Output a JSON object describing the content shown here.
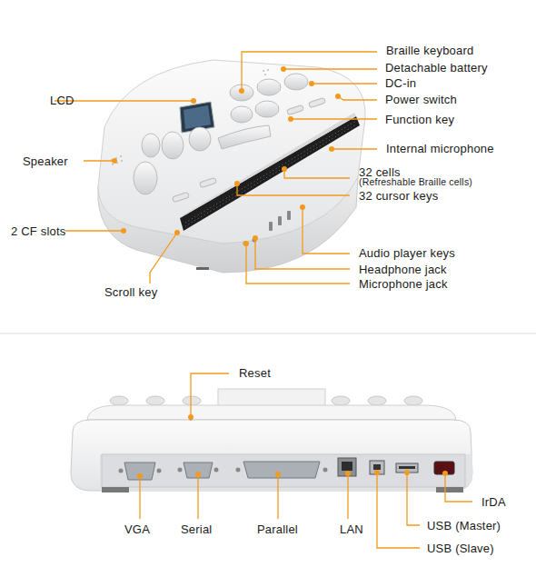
{
  "diagram": {
    "labels": [
      "Braille keyboard",
      "Detachable battery",
      "DC-in",
      "Power switch",
      "LCD",
      "Function key",
      "Internal microphone",
      "Speaker",
      "32 cells",
      "(Refreshable Braille cells)",
      "32 cursor keys",
      "2 CF slots",
      "Audio player keys",
      "Headphone jack",
      "Microphone jack",
      "Scroll key",
      "Reset",
      "VGA",
      "Serial",
      "Parallel",
      "LAN",
      "IrDA",
      "USB (Master)",
      "USB (Slave)"
    ]
  }
}
